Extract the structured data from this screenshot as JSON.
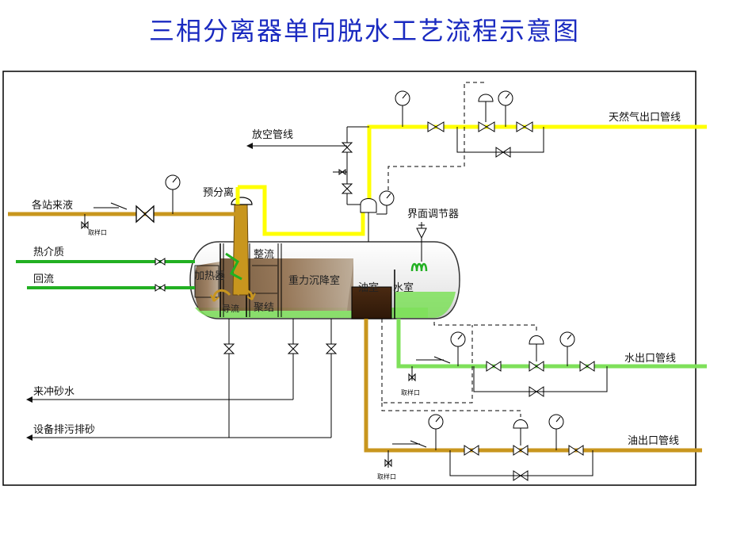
{
  "title": "三相分离器单向脱水工艺流程示意图",
  "labels": {
    "vent_line": "放空管线",
    "gas_outlet": "天然气出口管线",
    "inlet": "各站来液",
    "heat_medium": "热介质",
    "reflux": "回流",
    "pre_separator": "预分离",
    "interface_regulator": "界面调节器",
    "flush_water": "来冲砂水",
    "drain_sand": "设备排污排砂",
    "water_outlet": "水出口管线",
    "oil_outlet": "油出口管线",
    "sample_port": "取样口"
  },
  "vessel": {
    "heater": "加热器",
    "rectify": "整流",
    "coalesce": "聚结",
    "settle": "重力沉降室",
    "oil_chamber": "油室",
    "water_chamber": "水室",
    "diversion": "导流"
  },
  "colors": {
    "gas": "#ffff00",
    "oil": "#c8961e",
    "water": "#7ee05a",
    "heat": "#22b022",
    "title": "#1a2ac0"
  }
}
